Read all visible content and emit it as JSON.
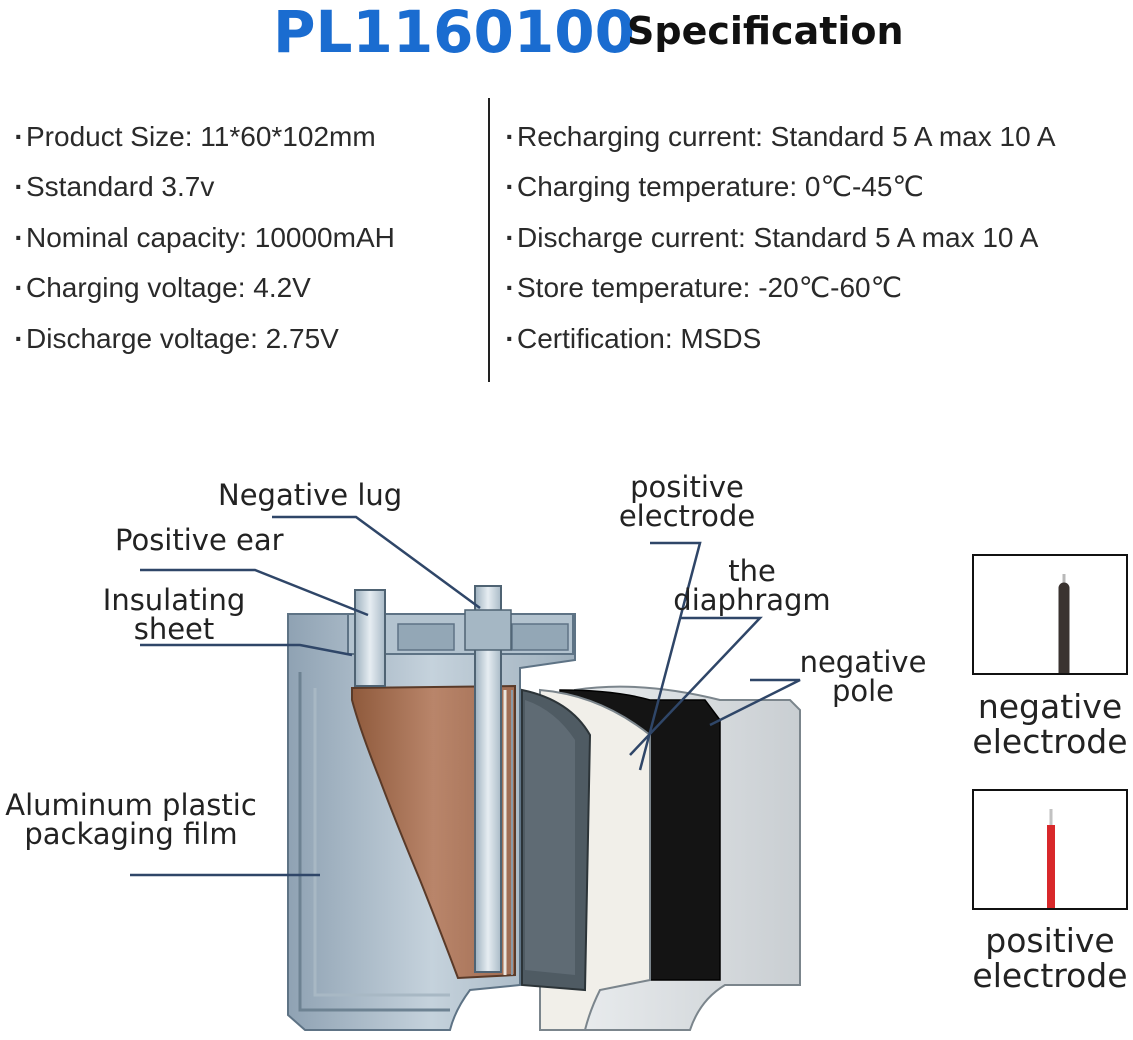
{
  "header": {
    "model": "PL1160100",
    "title": "Specification"
  },
  "specs": {
    "bullet": "·",
    "left": [
      "Product Size: 11*60*102mm",
      "Sstandard 3.7v",
      "Nominal capacity: 10000mAH",
      "Charging voltage: 4.2V",
      "Discharge voltage: 2.75V"
    ],
    "right": [
      "Recharging current: Standard 5 A max 10 A",
      "Charging temperature: 0℃-45℃",
      "Discharge current: Standard 5 A max 10 A",
      "Store temperature: -20℃-60℃",
      "Certification: MSDS"
    ]
  },
  "diagram": {
    "labels": {
      "negative_lug": "Negative lug",
      "positive_ear": "Positive ear",
      "insulating_sheet": [
        "Insulating",
        "sheet"
      ],
      "aluminum_film": [
        "Aluminum plastic",
        "packaging film"
      ],
      "positive_electrode": [
        "positive",
        "electrode"
      ],
      "diaphragm": [
        "the",
        "diaphragm"
      ],
      "negative_pole": [
        "negative",
        "pole"
      ]
    }
  },
  "wires": {
    "negative": {
      "label": [
        "negative",
        "electrode"
      ],
      "color": "#3a3330"
    },
    "positive": {
      "label": [
        "positive",
        "electrode"
      ],
      "color": "#d8282a"
    }
  }
}
